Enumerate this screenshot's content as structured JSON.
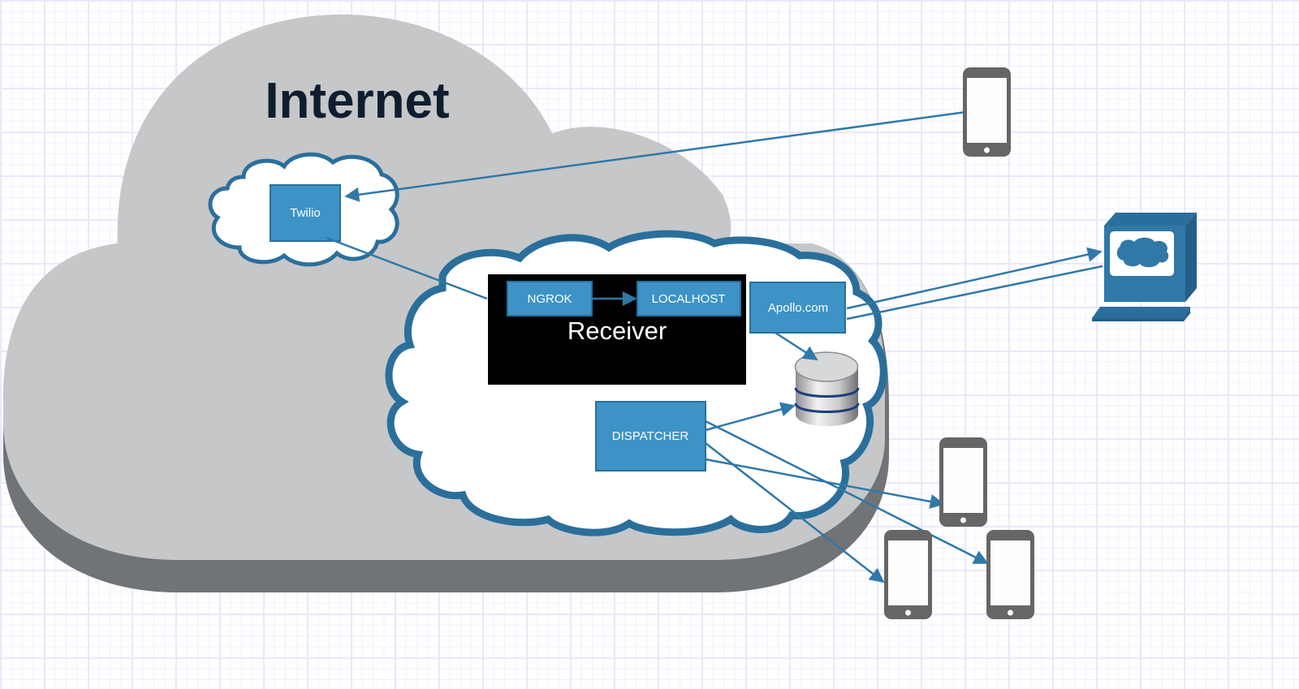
{
  "diagram": {
    "internet_label": "Internet",
    "twilio_label": "Twilio",
    "receiver_label": "Receiver",
    "ngrok_label": "NGROK",
    "localhost_label": "LOCALHOST",
    "apollo_label": "Apollo.com",
    "dispatcher_label": "DISPATCHER"
  },
  "colors": {
    "accent_blue": "#3d93c6",
    "outline_blue": "#2a6f9b",
    "cloud_gray": "#c6c7c9",
    "cloud_shadow": "#717477",
    "device_gray": "#666666",
    "receiver_bg": "#000000",
    "title_text": "#0e1e2f"
  },
  "nodes": [
    {
      "id": "phone-top",
      "type": "mobile-phone"
    },
    {
      "id": "twilio",
      "type": "service"
    },
    {
      "id": "ngrok",
      "type": "service"
    },
    {
      "id": "localhost",
      "type": "service"
    },
    {
      "id": "apollo",
      "type": "service"
    },
    {
      "id": "database",
      "type": "database"
    },
    {
      "id": "dispatcher",
      "type": "service"
    },
    {
      "id": "web-client",
      "type": "computer"
    },
    {
      "id": "phone-1",
      "type": "mobile-phone"
    },
    {
      "id": "phone-2",
      "type": "mobile-phone"
    },
    {
      "id": "phone-3",
      "type": "mobile-phone"
    }
  ],
  "edges": [
    {
      "from": "phone-top",
      "to": "twilio"
    },
    {
      "from": "twilio",
      "to": "ngrok"
    },
    {
      "from": "ngrok",
      "to": "localhost"
    },
    {
      "from": "apollo",
      "to": "web-client"
    },
    {
      "from": "apollo",
      "to": "database"
    },
    {
      "from": "dispatcher",
      "to": "database"
    },
    {
      "from": "dispatcher",
      "to": "phone-1"
    },
    {
      "from": "dispatcher",
      "to": "phone-2"
    },
    {
      "from": "dispatcher",
      "to": "phone-3"
    }
  ]
}
